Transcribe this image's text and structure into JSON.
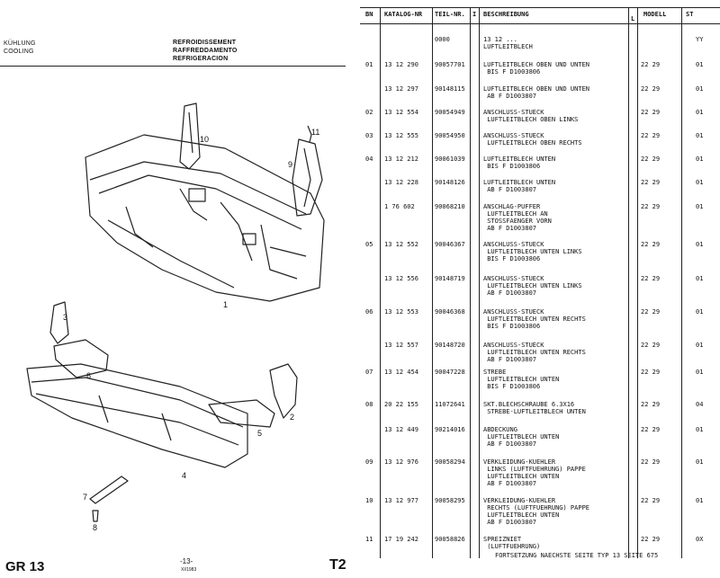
{
  "header": {
    "de": "KÜHLUNG",
    "en": "COOLING",
    "fr": "REFROIDISSEMENT",
    "it": "RAFFREDDAMENTO",
    "es": "REFRIGERACION"
  },
  "drawing": {
    "callouts": [
      "1",
      "2",
      "3",
      "4",
      "5",
      "6",
      "7",
      "8",
      "9",
      "10",
      "11"
    ]
  },
  "footer": {
    "group": "GR 13",
    "page": "-13-",
    "date": "XI/1983",
    "section": "T2",
    "continuation": "FORTSETZUNG NAECHSTE SEITE     TYP 13 SEITE  675"
  },
  "table": {
    "headers": [
      "BN",
      "KATALOG-NR",
      "TEIL-NR.",
      "I",
      "BESCHREIBUNG",
      "L",
      "MODELL",
      "ST"
    ],
    "rows": [
      {
        "bn": "",
        "kat": "",
        "teil": "0000",
        "desc": "13 12 ...\nLUFTLEITBLECH",
        "modell": "",
        "st": "YY"
      },
      {
        "bn": "01",
        "kat": "13 12 290",
        "teil": "90057701",
        "desc": "LUFTLEITBLECH OBEN UND UNTEN\n BIS F D1003806",
        "modell": "22 29",
        "st": "01"
      },
      {
        "bn": "",
        "kat": "13 12 297",
        "teil": "90148115",
        "desc": "LUFTLEITBLECH OBEN UND UNTEN\n AB F D1003807",
        "modell": "22 29",
        "st": "01"
      },
      {
        "bn": "02",
        "kat": "13 12 554",
        "teil": "90054949",
        "desc": "ANSCHLUSS-STUECK\n LUFTLEITBLECH OBEN LINKS",
        "modell": "22 29",
        "st": "01"
      },
      {
        "bn": "03",
        "kat": "13 12 555",
        "teil": "90054950",
        "desc": "ANSCHLUSS-STUECK\n LUFTLEITBLECH OBEN RECHTS",
        "modell": "22 29",
        "st": "01"
      },
      {
        "bn": "04",
        "kat": "13 12 212",
        "teil": "90061039",
        "desc": "LUFTLEITBLECH UNTEN\n BIS F D1003806",
        "modell": "22 29",
        "st": "01"
      },
      {
        "bn": "",
        "kat": "13 12 228",
        "teil": "90148126",
        "desc": "LUFTLEITBLECH UNTEN\n AB F D1003807",
        "modell": "22 29",
        "st": "01"
      },
      {
        "bn": "",
        "kat": "1 76 602",
        "teil": "90068210",
        "desc": "ANSCHLAG-PUFFER\n LUFTLEITBLECH AN\n STOSSFAENGER VORN\n AB F D1003807",
        "modell": "22 29",
        "st": "01"
      },
      {
        "bn": "05",
        "kat": "13 12 552",
        "teil": "90046367",
        "desc": "ANSCHLUSS-STUECK\n LUFTLEITBLECH UNTEN LINKS\n BIS F D1003806",
        "modell": "22 29",
        "st": "01"
      },
      {
        "bn": "",
        "kat": "13 12 556",
        "teil": "90148719",
        "desc": "ANSCHLUSS-STUECK\n LUFTLEITBLECH UNTEN LINKS\n AB F D1003807",
        "modell": "22 29",
        "st": "01"
      },
      {
        "bn": "06",
        "kat": "13 12 553",
        "teil": "90046368",
        "desc": "ANSCHLUSS-STUECK\n LUFTLEITBLECH UNTEN RECHTS\n BIS F D1003806",
        "modell": "22 29",
        "st": "01"
      },
      {
        "bn": "",
        "kat": "13 12 557",
        "teil": "90148720",
        "desc": "ANSCHLUSS-STUECK\n LUFTLEITBLECH UNTEN RECHTS\n AB F D1003807",
        "modell": "22 29",
        "st": "01"
      },
      {
        "bn": "07",
        "kat": "13 12 454",
        "teil": "90047228",
        "desc": "STREBE\n LUFTLEITBLECH UNTEN\n BIS F D1003806",
        "modell": "22 29",
        "st": "01"
      },
      {
        "bn": "08",
        "kat": "20 22 155",
        "teil": "11072641",
        "desc": "SKT.BLECHSCHRAUBE 6.3X16\n STREBE-LUFTLEITBLECH UNTEN",
        "modell": "22 29",
        "st": "04"
      },
      {
        "bn": "",
        "kat": "13 12 449",
        "teil": "90214016",
        "desc": "ABDECKUNG\n LUFTLEITBLECH UNTEN\n AB F D1003807",
        "modell": "22 29",
        "st": "01"
      },
      {
        "bn": "09",
        "kat": "13 12 976",
        "teil": "90058294",
        "desc": "VERKLEIDUNG-KUEHLER\n LINKS (LUFTFUEHRUNG) PAPPE\n LUFTLEITBLECH UNTEN\n AB F D1003807",
        "modell": "22 29",
        "st": "01"
      },
      {
        "bn": "10",
        "kat": "13 12 977",
        "teil": "90058295",
        "desc": "VERKLEIDUNG-KUEHLER\n RECHTS (LUFTFUEHRUNG) PAPPE\n LUFTLEITBLECH UNTEN\n AB F D1003807",
        "modell": "22 29",
        "st": "01"
      },
      {
        "bn": "11",
        "kat": "17 19 242",
        "teil": "90058826",
        "desc": "SPREIZNIET\n (LUFTFUEHRUNG)",
        "modell": "22 29",
        "st": "0X"
      }
    ]
  }
}
